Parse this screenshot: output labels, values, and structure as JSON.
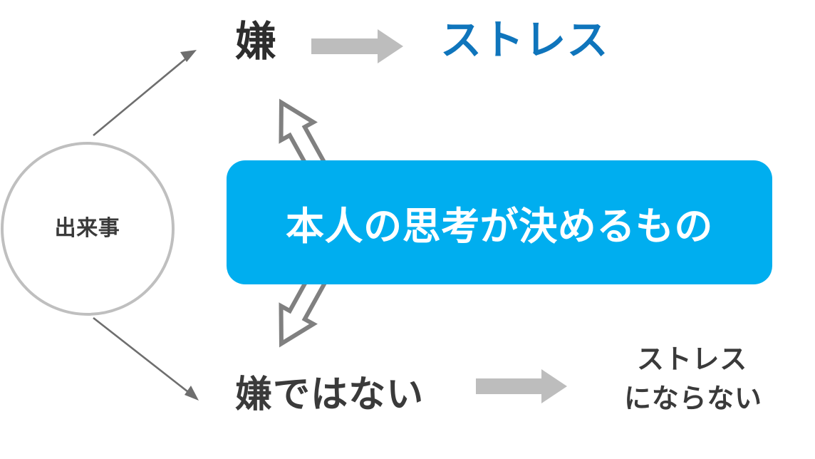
{
  "diagram": {
    "title_text_present": false,
    "background_color": "#ffffff",
    "nodes": {
      "event_circle": {
        "label": "出来事",
        "stroke_color": "#bfbfbf",
        "fill_color": "#ffffff",
        "text_color": "#3a3a3a"
      },
      "branch_unpleasant": {
        "label": "嫌",
        "text_color": "#2d2d2d"
      },
      "branch_not_unpleasant": {
        "label": "嫌ではない",
        "text_color": "#3a3a3a"
      },
      "outcome_stress": {
        "label": "ストレス",
        "text_color": "#0f75bc"
      },
      "outcome_no_stress": {
        "line1": "ストレス",
        "line2": "にならない",
        "text_color": "#3a3a3a"
      },
      "center_box": {
        "label": "本人の思考が決めるもの",
        "fill_color": "#00aeef",
        "text_color": "#ffffff"
      }
    },
    "connectors": {
      "event_to_unpleasant": {
        "name": "thin-arrow-up-right",
        "color": "#6e6e6e",
        "style": "thin-line-with-arrowhead"
      },
      "event_to_not_unpleasant": {
        "name": "thin-arrow-down-right",
        "color": "#6e6e6e",
        "style": "thin-line-with-arrowhead"
      },
      "unpleasant_to_stress": {
        "name": "block-arrow-right-top",
        "color": "#bdbdbd",
        "style": "filled-block-arrow"
      },
      "not_unpleasant_to_no_stress": {
        "name": "block-arrow-right-bottom",
        "color": "#bdbdbd",
        "style": "filled-block-arrow"
      },
      "box_to_unpleasant": {
        "name": "hollow-arrow-up-left",
        "color": "#808080",
        "style": "outlined-block-arrow"
      },
      "box_to_not_unpleasant": {
        "name": "hollow-arrow-down-left",
        "color": "#808080",
        "style": "outlined-block-arrow"
      }
    }
  }
}
